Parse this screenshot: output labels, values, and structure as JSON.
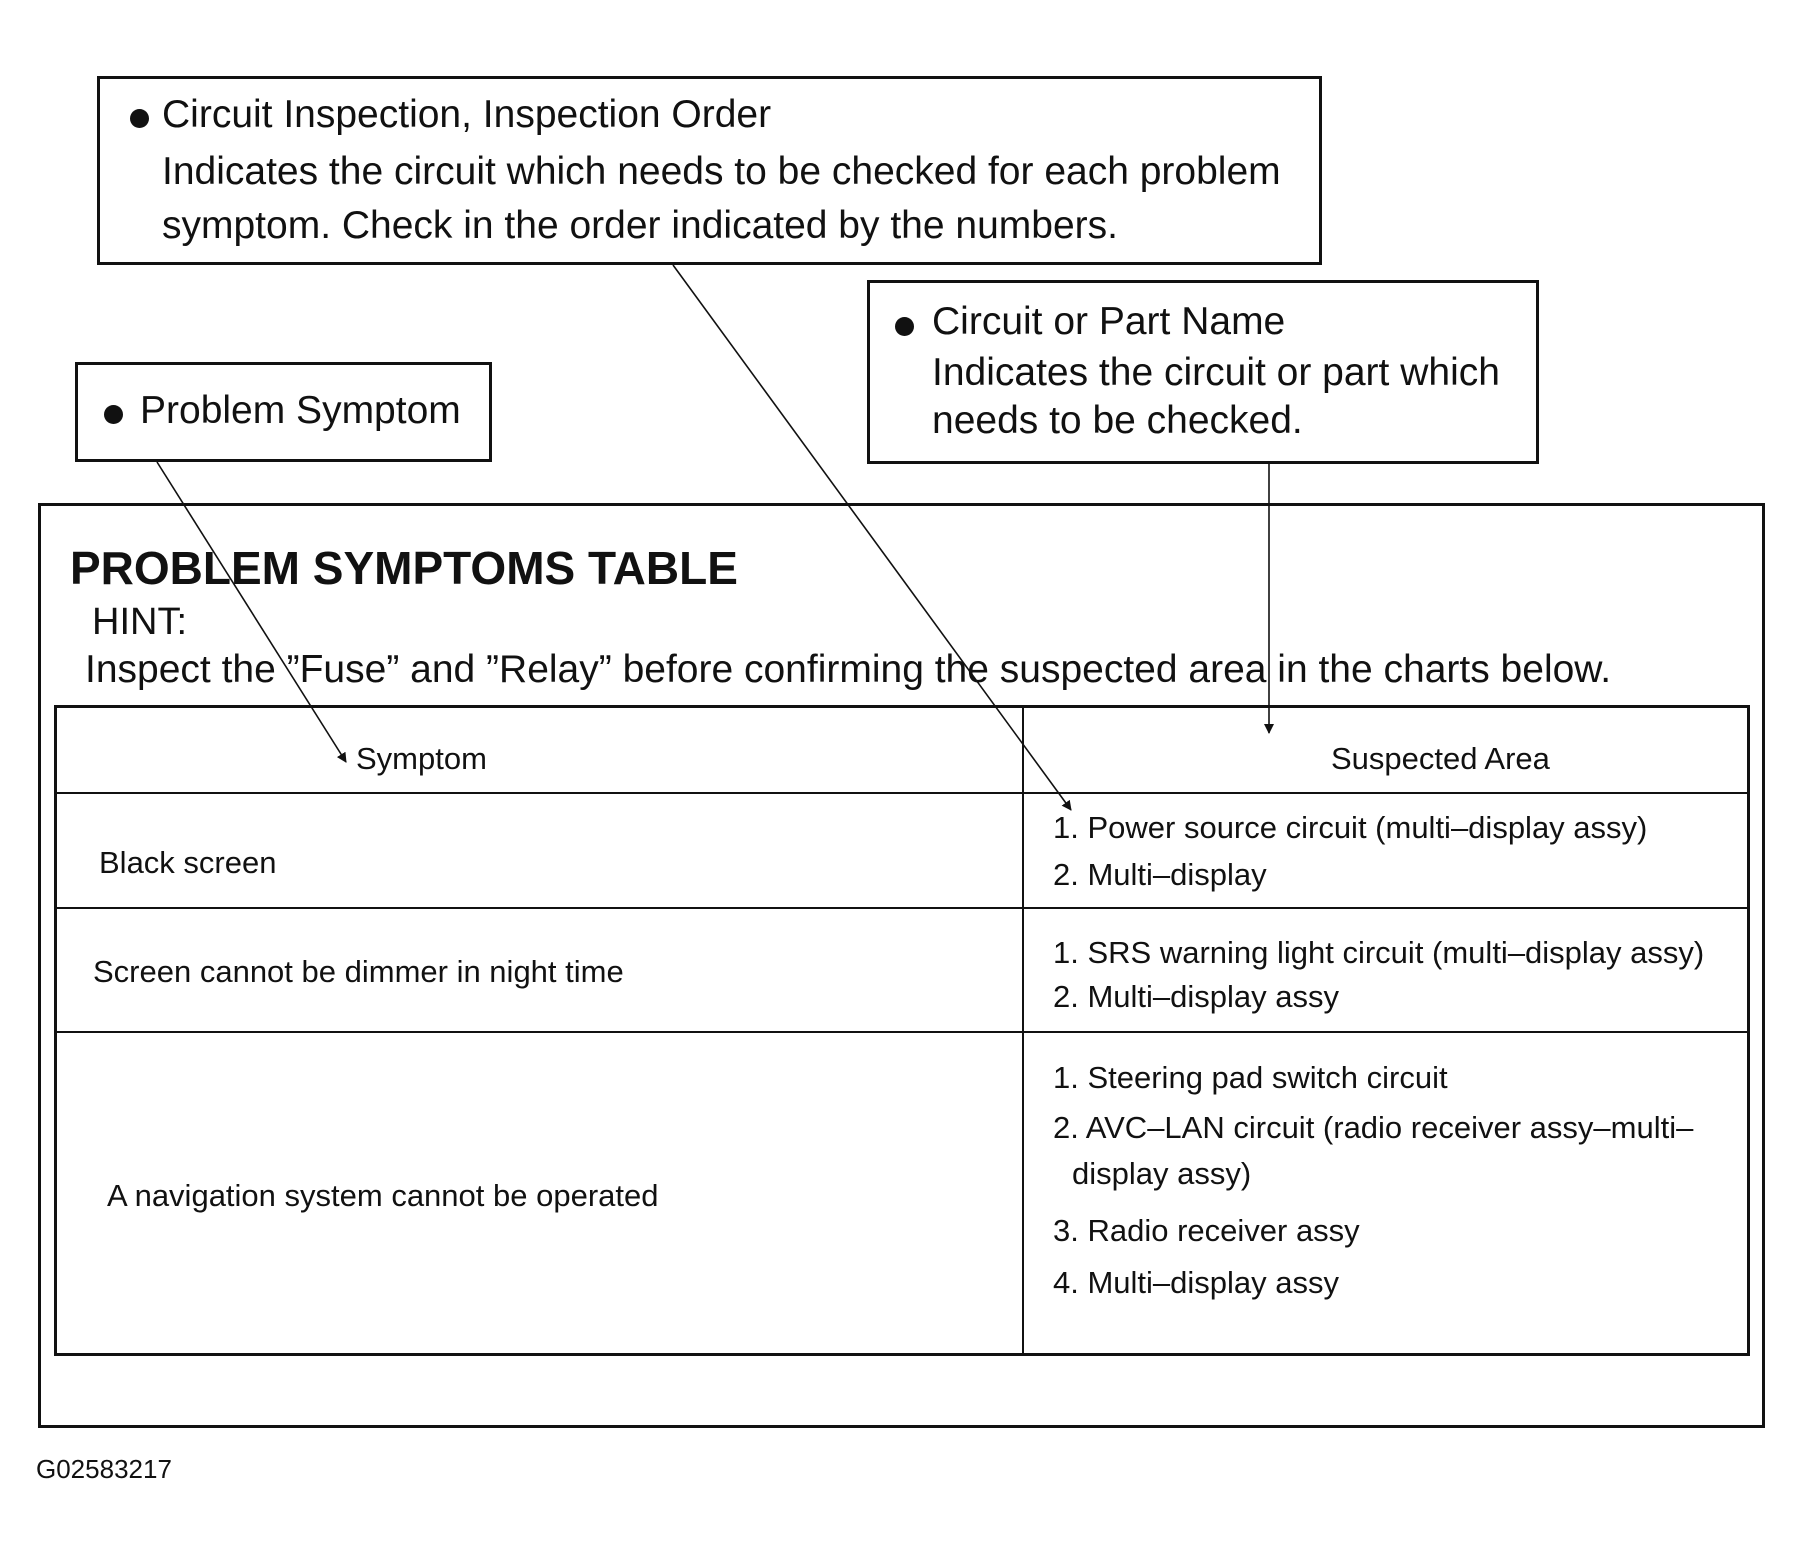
{
  "callouts": {
    "inspection": {
      "title": "Circuit Inspection, Inspection Order",
      "lines": [
        "Indicates the circuit which needs to be checked for each problem",
        "symptom. Check in the order indicated by the numbers."
      ]
    },
    "part": {
      "title": "Circuit or Part Name",
      "lines": [
        "Indicates the circuit or part which",
        "needs to be checked."
      ]
    },
    "symptom": {
      "title": "Problem Symptom"
    }
  },
  "table_title": "PROBLEM SYMPTOMS TABLE",
  "hint": {
    "label": "HINT:",
    "text": "Inspect the ”Fuse” and ”Relay” before confirming the suspected area in the charts below."
  },
  "table": {
    "headers": [
      "Symptom",
      "Suspected Area"
    ],
    "rows": [
      {
        "symptom": "Black screen",
        "areas": [
          "1. Power source circuit (multi–display assy)",
          "2. Multi–display"
        ]
      },
      {
        "symptom": "Screen cannot be dimmer in night time",
        "areas": [
          "1. SRS warning light circuit (multi–display assy)",
          "2. Multi–display assy"
        ]
      },
      {
        "symptom": "A navigation system cannot be operated",
        "areas": [
          "1. Steering pad switch circuit",
          "2. AVC–LAN circuit (radio receiver assy–multi–",
          "display assy)",
          "3. Radio receiver assy",
          "4. Multi–display assy"
        ]
      }
    ]
  },
  "figure_id": "G02583217"
}
